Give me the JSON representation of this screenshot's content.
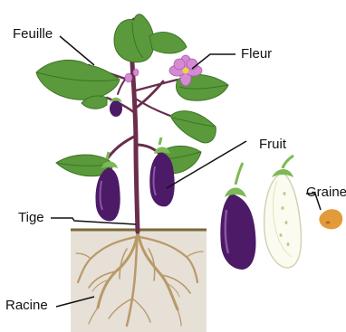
{
  "labels": {
    "feuille": "Feuille",
    "fleur": "Fleur",
    "fruit": "Fruit",
    "graine": "Graine",
    "tige": "Tige",
    "racine": "Racine"
  },
  "colors": {
    "leaf": "#5a9a3c",
    "leaf_vein": "#3d7424",
    "stem": "#6a2d4d",
    "fruit": "#4c1a66",
    "fruit_highlight": "#8a55a8",
    "calyx": "#7cba55",
    "flower": "#d58ad4",
    "flower_center": "#f2d040",
    "soil": "#e6e0d6",
    "soil_line": "#7a6a3a",
    "root": "#b89968",
    "seed": "#e39a3a",
    "fruit_flesh": "#fbfbef"
  },
  "icons": {
    "plant": "eggplant-plant-illustration",
    "fruit": "eggplant-icon",
    "fruit_cut": "eggplant-cross-section-icon",
    "seed": "seed-icon"
  }
}
